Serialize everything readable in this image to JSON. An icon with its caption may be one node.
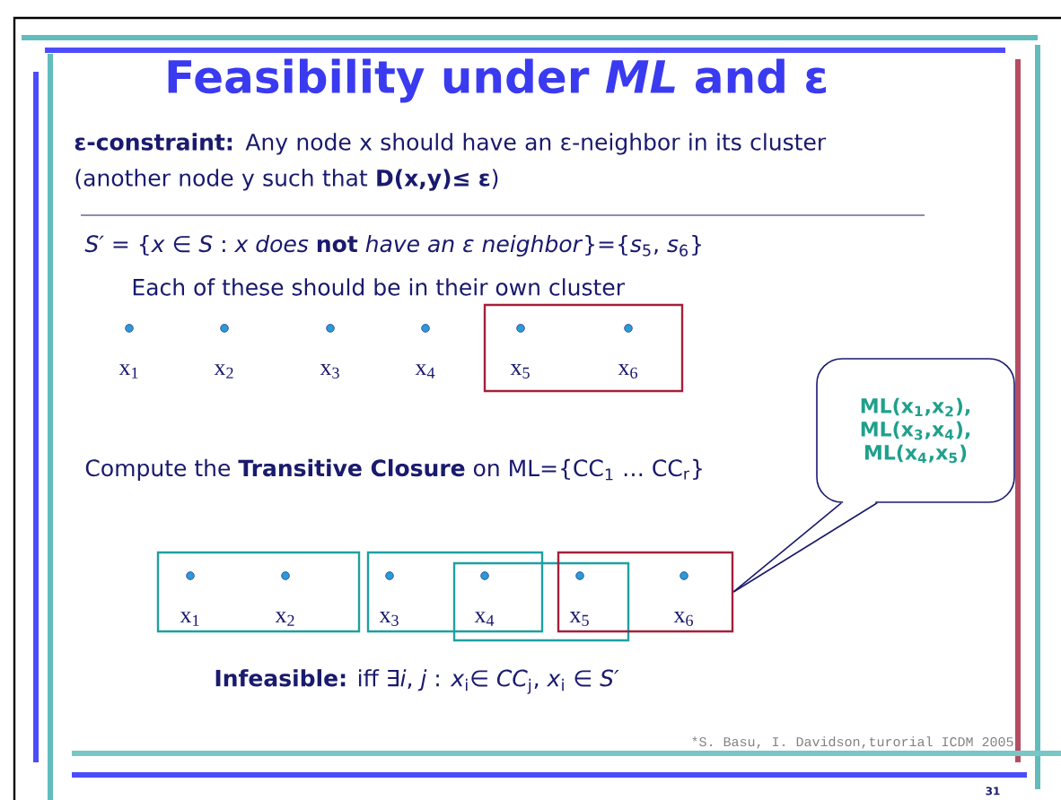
{
  "diagram": {
    "title": "Feasibility under *ML* and ε",
    "nodes": [
      {
        "text": [],
        "shape": "box"
      },
      {
        "text": [
          "x$_{1}$"
        ]
      },
      {
        "text": [
          "x$_{2}$"
        ]
      },
      {
        "text": [
          "x$_{3}$"
        ]
      },
      {
        "text": [
          "x$_{4}$"
        ]
      },
      {
        "text": [
          "x$_{5}$"
        ],
        "in": 0
      },
      {
        "text": [
          "x$_{6}$"
        ],
        "in": 0
      },
      {
        "text": [
          "ML(x$_{1}$,x$_{2}$), ML(x$_{3}$,x$_{4}$), ML(x$_{4}$,x$_{5}$)"
        ]
      },
      {
        "text": [],
        "shape": "box"
      },
      {
        "text": [
          "x$_{1}$"
        ],
        "in": 8
      },
      {
        "text": [
          "x$_{2}$"
        ],
        "in": 8
      },
      {
        "text": [],
        "shape": "box"
      },
      {
        "text": [],
        "shape": "box"
      },
      {
        "text": [],
        "shape": "box"
      },
      {
        "text": [
          "x$_{3}$"
        ],
        "in": 11
      },
      {
        "text": [
          "x$_{4}$"
        ]
      },
      {
        "text": [
          "x$_{5}$"
        ]
      },
      {
        "text": [
          "x$_{6}$"
        ],
        "in": 13
      }
    ],
    "edges": [
      {
        "from": 7,
        "to": 13,
        "arrow": "none"
      }
    ],
    "labels": [
      "**ε-constraint:** Any node x should have an ε-neighbor in its cluster (another node y such that **D(x,y)≤ ε**)",
      "*S′* = {*x* ∈ *S* : *x does* **not** *have an ε neighbor*}={*s*$_{5}$, *s*$_{6}$}",
      "Each of these should be in their own cluster",
      "Compute the **Transitive Closure** on ML={CC$_{1}$ … CC$_{r}$}",
      "**Infeasible:** iff ∃*i*, *j* : *x*$_{i}$∈ *CC*$_{j}$, *x*$_{i}$ ∈ *S′*",
      "*S. Basu, I. Davidson,turorial ICDM 2005",
      "31"
    ]
  }
}
